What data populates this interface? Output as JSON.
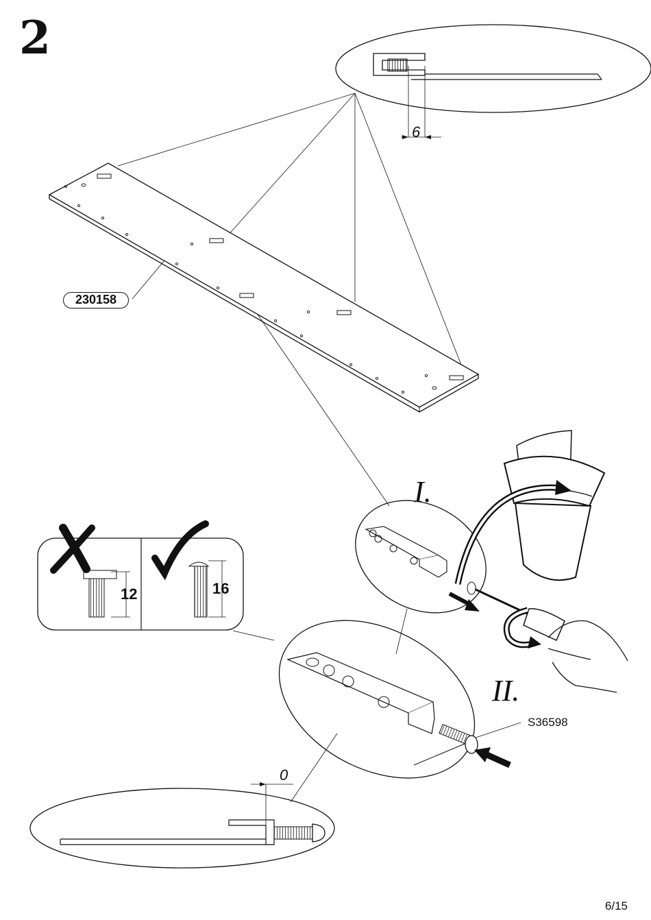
{
  "step": {
    "number": "2"
  },
  "part": {
    "code": "230158"
  },
  "screw": {
    "code": "S36598"
  },
  "dimensions": {
    "top_gap": "6",
    "bottom_gap": "0"
  },
  "screw_choice": {
    "wrong_length": "12",
    "right_length": "16"
  },
  "sub_steps": {
    "first": "I.",
    "second": "II."
  },
  "footer": {
    "page": "6/15"
  },
  "icons": [
    "cross-icon",
    "checkmark-icon",
    "trash-bin-icon",
    "screwdriver-icon",
    "hand-icon",
    "rotation-arrow-icon"
  ]
}
